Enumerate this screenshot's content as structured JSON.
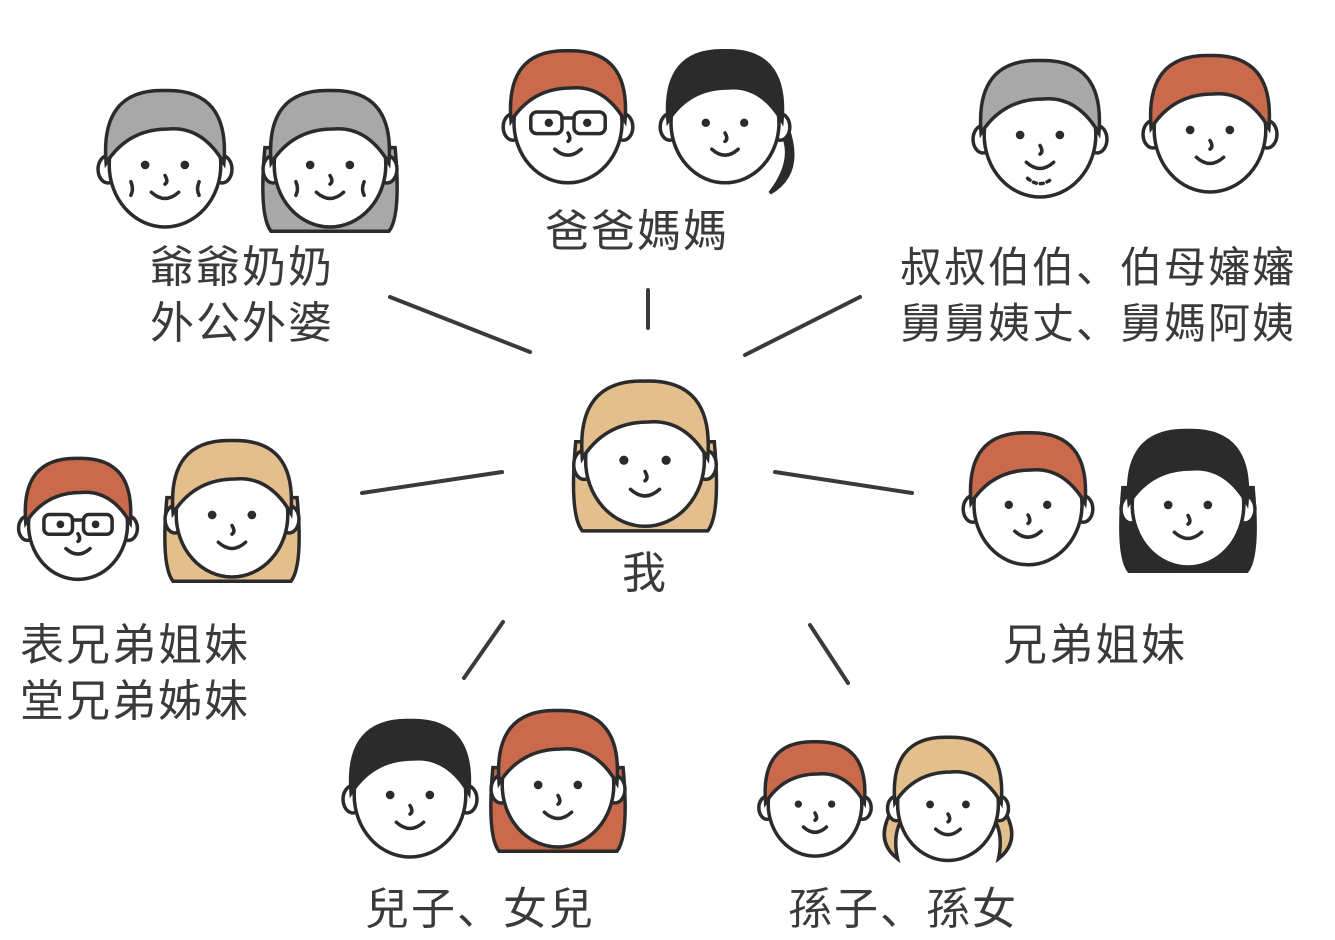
{
  "labels": {
    "grandparents": [
      "爺爺奶奶",
      "外公外婆"
    ],
    "parents": [
      "爸爸媽媽"
    ],
    "uncles_aunts": [
      "叔叔伯伯、伯母嬸嬸",
      "舅舅姨丈、舅媽阿姨"
    ],
    "cousins": [
      "表兄弟姐妹",
      "堂兄弟姊妹"
    ],
    "me": [
      "我"
    ],
    "siblings": [
      "兄弟姐妹"
    ],
    "children": [
      "兒子、女兒"
    ],
    "grandchildren": [
      "孫子、孫女"
    ]
  },
  "colors": {
    "gray_hair": "#a8a8a8",
    "red_hair": "#c96a4c",
    "black_hair": "#2b2b2b",
    "blonde_hair": "#e2bf8c",
    "skin": "#ffffff",
    "line": "#3a3a3a",
    "text": "#3a3a3a"
  }
}
